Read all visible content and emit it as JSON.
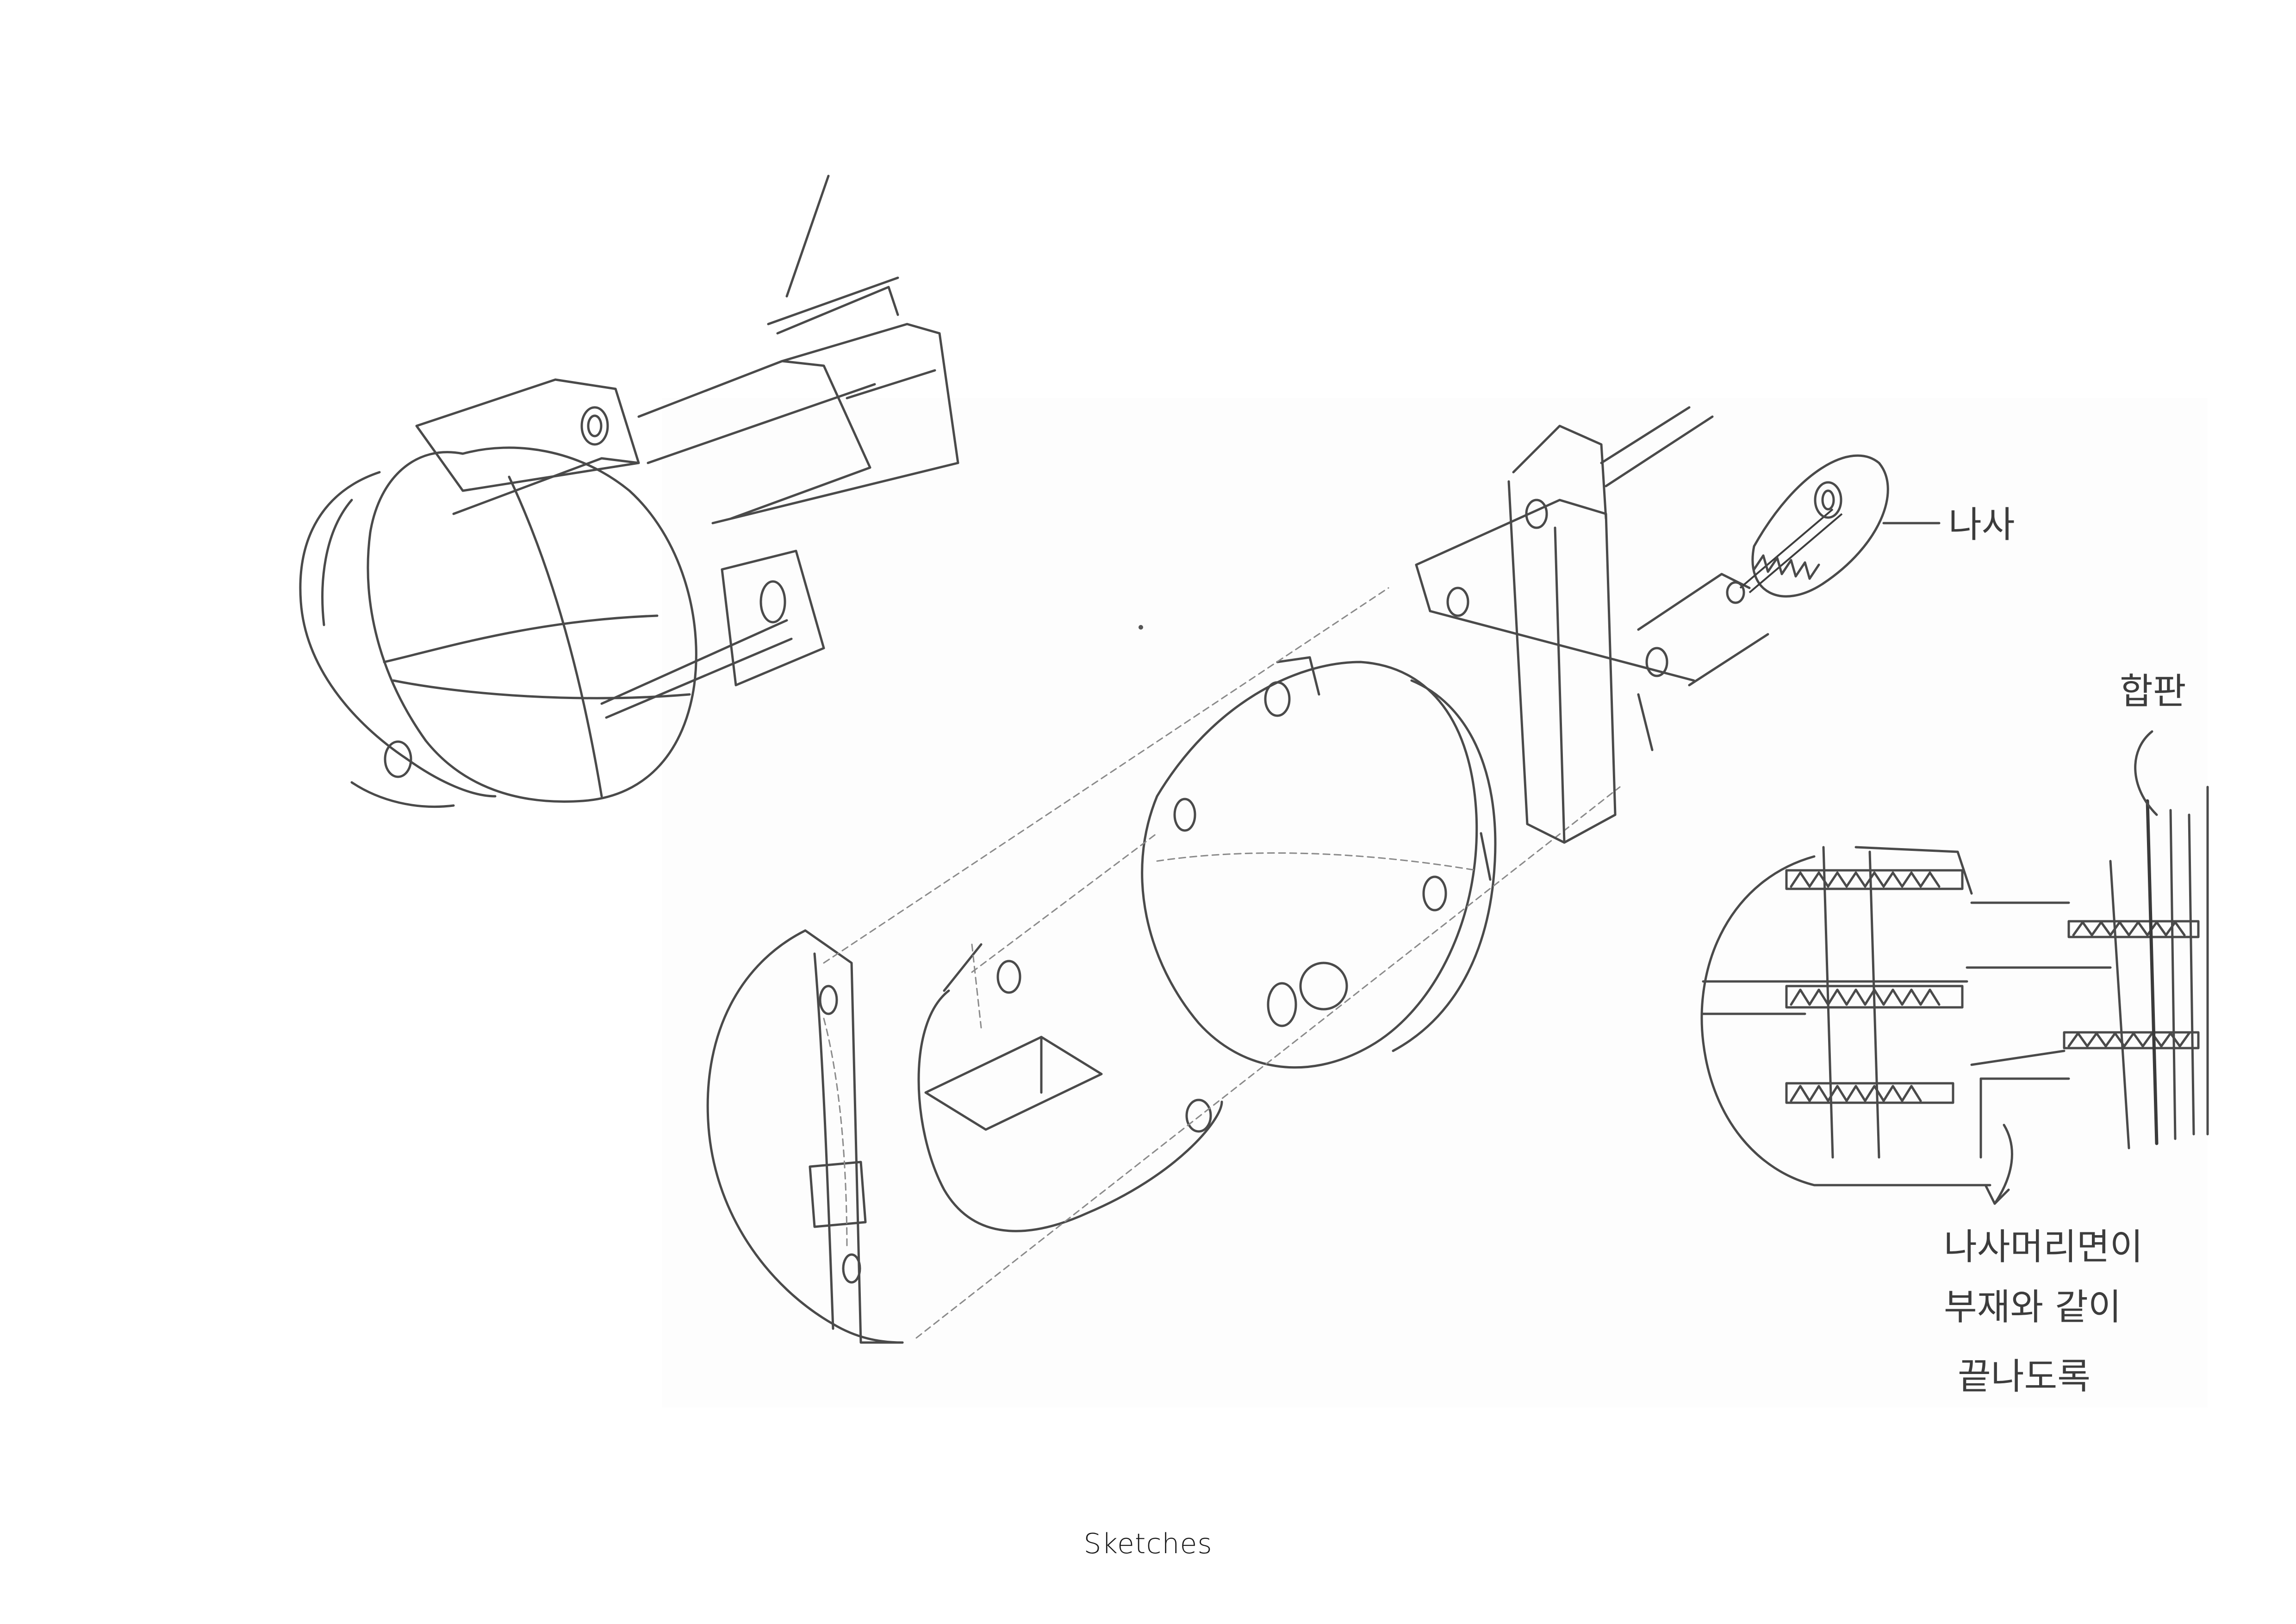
{
  "annotations": {
    "screw": "나사",
    "plywood": "합판",
    "note_line1": "나사머리면이",
    "note_line2": "부재와 같이",
    "note_line3": "끝나도록"
  },
  "caption": "Sketches"
}
